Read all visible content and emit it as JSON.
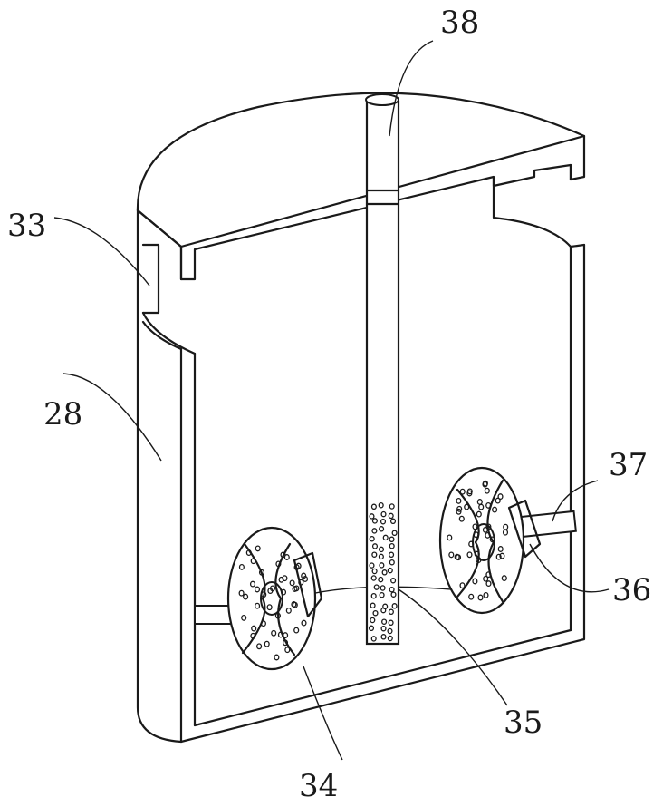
{
  "labels": {
    "l38": "38",
    "l33": "33",
    "l28": "28",
    "l37": "37",
    "l36": "36",
    "l35": "35",
    "l34": "34"
  }
}
